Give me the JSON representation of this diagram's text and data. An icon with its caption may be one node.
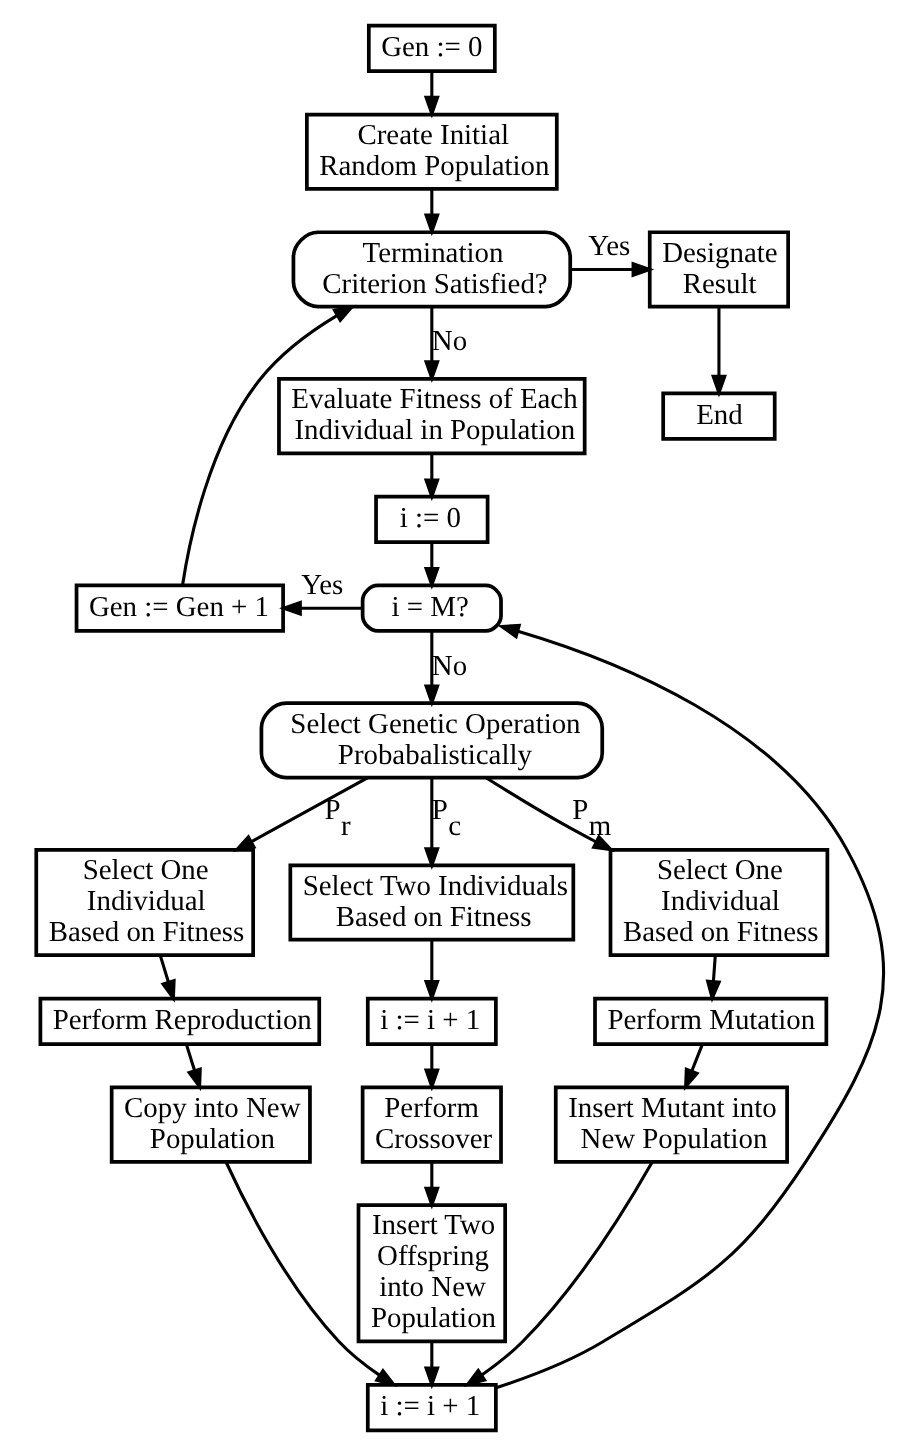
{
  "diagram": {
    "nodes": [
      {
        "text": [
          "Gen := 0"
        ]
      },
      {
        "text": [
          "Create Initial Random Population"
        ]
      },
      {
        "text": [
          "Termination Criterion Satisfied?"
        ]
      },
      {
        "text": [
          "Designate Result"
        ]
      },
      {
        "text": [
          "End"
        ]
      },
      {
        "text": [
          "Evaluate Fitness of Each Individual in Population"
        ]
      },
      {
        "text": [
          "i := 0"
        ]
      },
      {
        "text": [
          "Gen := Gen + 1"
        ]
      },
      {
        "text": [
          "i = M?"
        ]
      },
      {
        "text": [
          "Select Genetic Operation Probabalistically"
        ]
      },
      {
        "text": [
          "Select One Individual Based on Fitness"
        ]
      },
      {
        "text": [
          "Select Two Individuals Based on Fitness"
        ]
      },
      {
        "text": [
          "Select One Individual Based on Fitness"
        ]
      },
      {
        "text": [
          "Perform Reproduction"
        ]
      },
      {
        "text": [
          "i := i + 1"
        ]
      },
      {
        "text": [
          "Perform Mutation"
        ]
      },
      {
        "text": [
          "Copy into New Population"
        ]
      },
      {
        "text": [
          "Perform Crossover"
        ]
      },
      {
        "text": [
          "Insert Mutant into New Population"
        ]
      },
      {
        "text": [
          "Insert Two Offspring into New Population"
        ]
      },
      {
        "text": [
          "i := i + 1"
        ]
      }
    ],
    "edges": [
      {
        "from": 0,
        "to": 1,
        "arrow": "to"
      },
      {
        "from": 1,
        "to": 2,
        "arrow": "to"
      },
      {
        "from": 2,
        "to": 3,
        "arrow": "to",
        "label": "Yes"
      },
      {
        "from": 3,
        "to": 4,
        "arrow": "to"
      },
      {
        "from": 2,
        "to": 5,
        "arrow": "to",
        "label": "No"
      },
      {
        "from": 5,
        "to": 6,
        "arrow": "to"
      },
      {
        "from": 6,
        "to": 8,
        "arrow": "to"
      },
      {
        "from": 8,
        "to": 7,
        "arrow": "to",
        "label": "Yes"
      },
      {
        "from": 7,
        "to": 2,
        "arrow": "to"
      },
      {
        "from": 8,
        "to": 9,
        "arrow": "to",
        "label": "No"
      },
      {
        "from": 9,
        "to": 10,
        "arrow": "to",
        "label": "P$_{r}$"
      },
      {
        "from": 9,
        "to": 11,
        "arrow": "to",
        "label": "P$_{c}$"
      },
      {
        "from": 9,
        "to": 12,
        "arrow": "to",
        "label": "P$_{m}$"
      },
      {
        "from": 10,
        "to": 13,
        "arrow": "to"
      },
      {
        "from": 13,
        "to": 16,
        "arrow": "to"
      },
      {
        "from": 16,
        "to": 20,
        "arrow": "to"
      },
      {
        "from": 11,
        "to": 14,
        "arrow": "to"
      },
      {
        "from": 14,
        "to": 17,
        "arrow": "to"
      },
      {
        "from": 17,
        "to": 19,
        "arrow": "to"
      },
      {
        "from": 19,
        "to": 20,
        "arrow": "to"
      },
      {
        "from": 12,
        "to": 15,
        "arrow": "to"
      },
      {
        "from": 15,
        "to": 18,
        "arrow": "to"
      },
      {
        "from": 18,
        "to": 20,
        "arrow": "to"
      },
      {
        "from": 20,
        "to": 8,
        "arrow": "to"
      }
    ]
  }
}
